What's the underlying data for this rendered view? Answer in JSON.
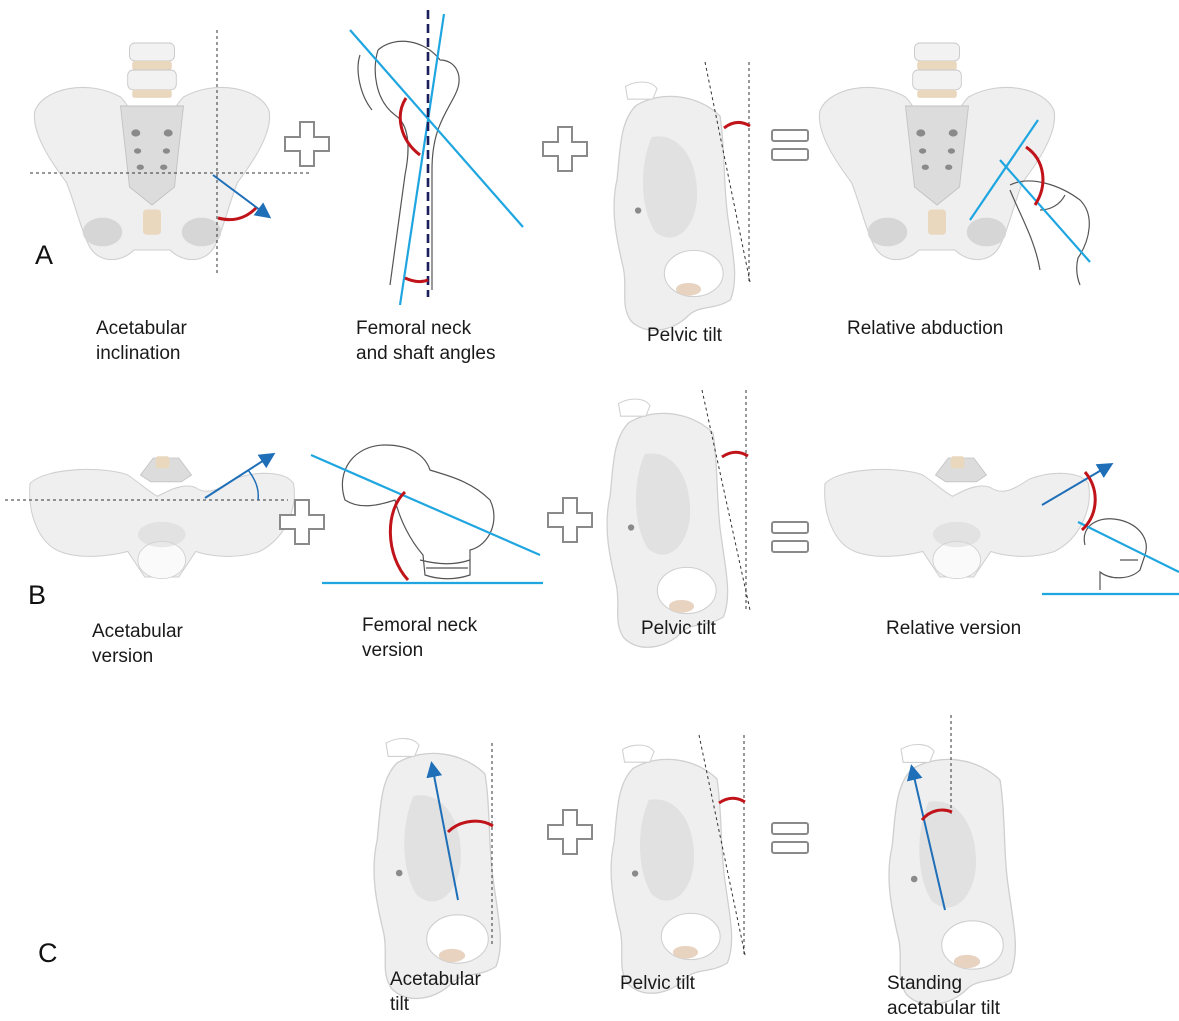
{
  "row_labels": {
    "a": "A",
    "b": "B",
    "c": "C"
  },
  "captions": {
    "a1": [
      "Acetabular",
      "inclination"
    ],
    "a2": [
      "Femoral neck",
      "and shaft angles"
    ],
    "a3": [
      "Pelvic tilt"
    ],
    "a4": [
      "Relative abduction"
    ],
    "b1": [
      "Acetabular",
      "version"
    ],
    "b2": [
      "Femoral neck",
      "version"
    ],
    "b3": [
      "Pelvic tilt"
    ],
    "b4": [
      "Relative version"
    ],
    "c1": [
      "Acetabular",
      "tilt"
    ],
    "c2": [
      "Pelvic tilt"
    ],
    "c3": [
      "Standing",
      "acetabular tilt"
    ]
  },
  "colors": {
    "reference_line": "#1fa6e0",
    "arrow": "#1f6fb8",
    "angle_arc": "#c0141a",
    "operator_symbol": "#8a8a8a"
  }
}
